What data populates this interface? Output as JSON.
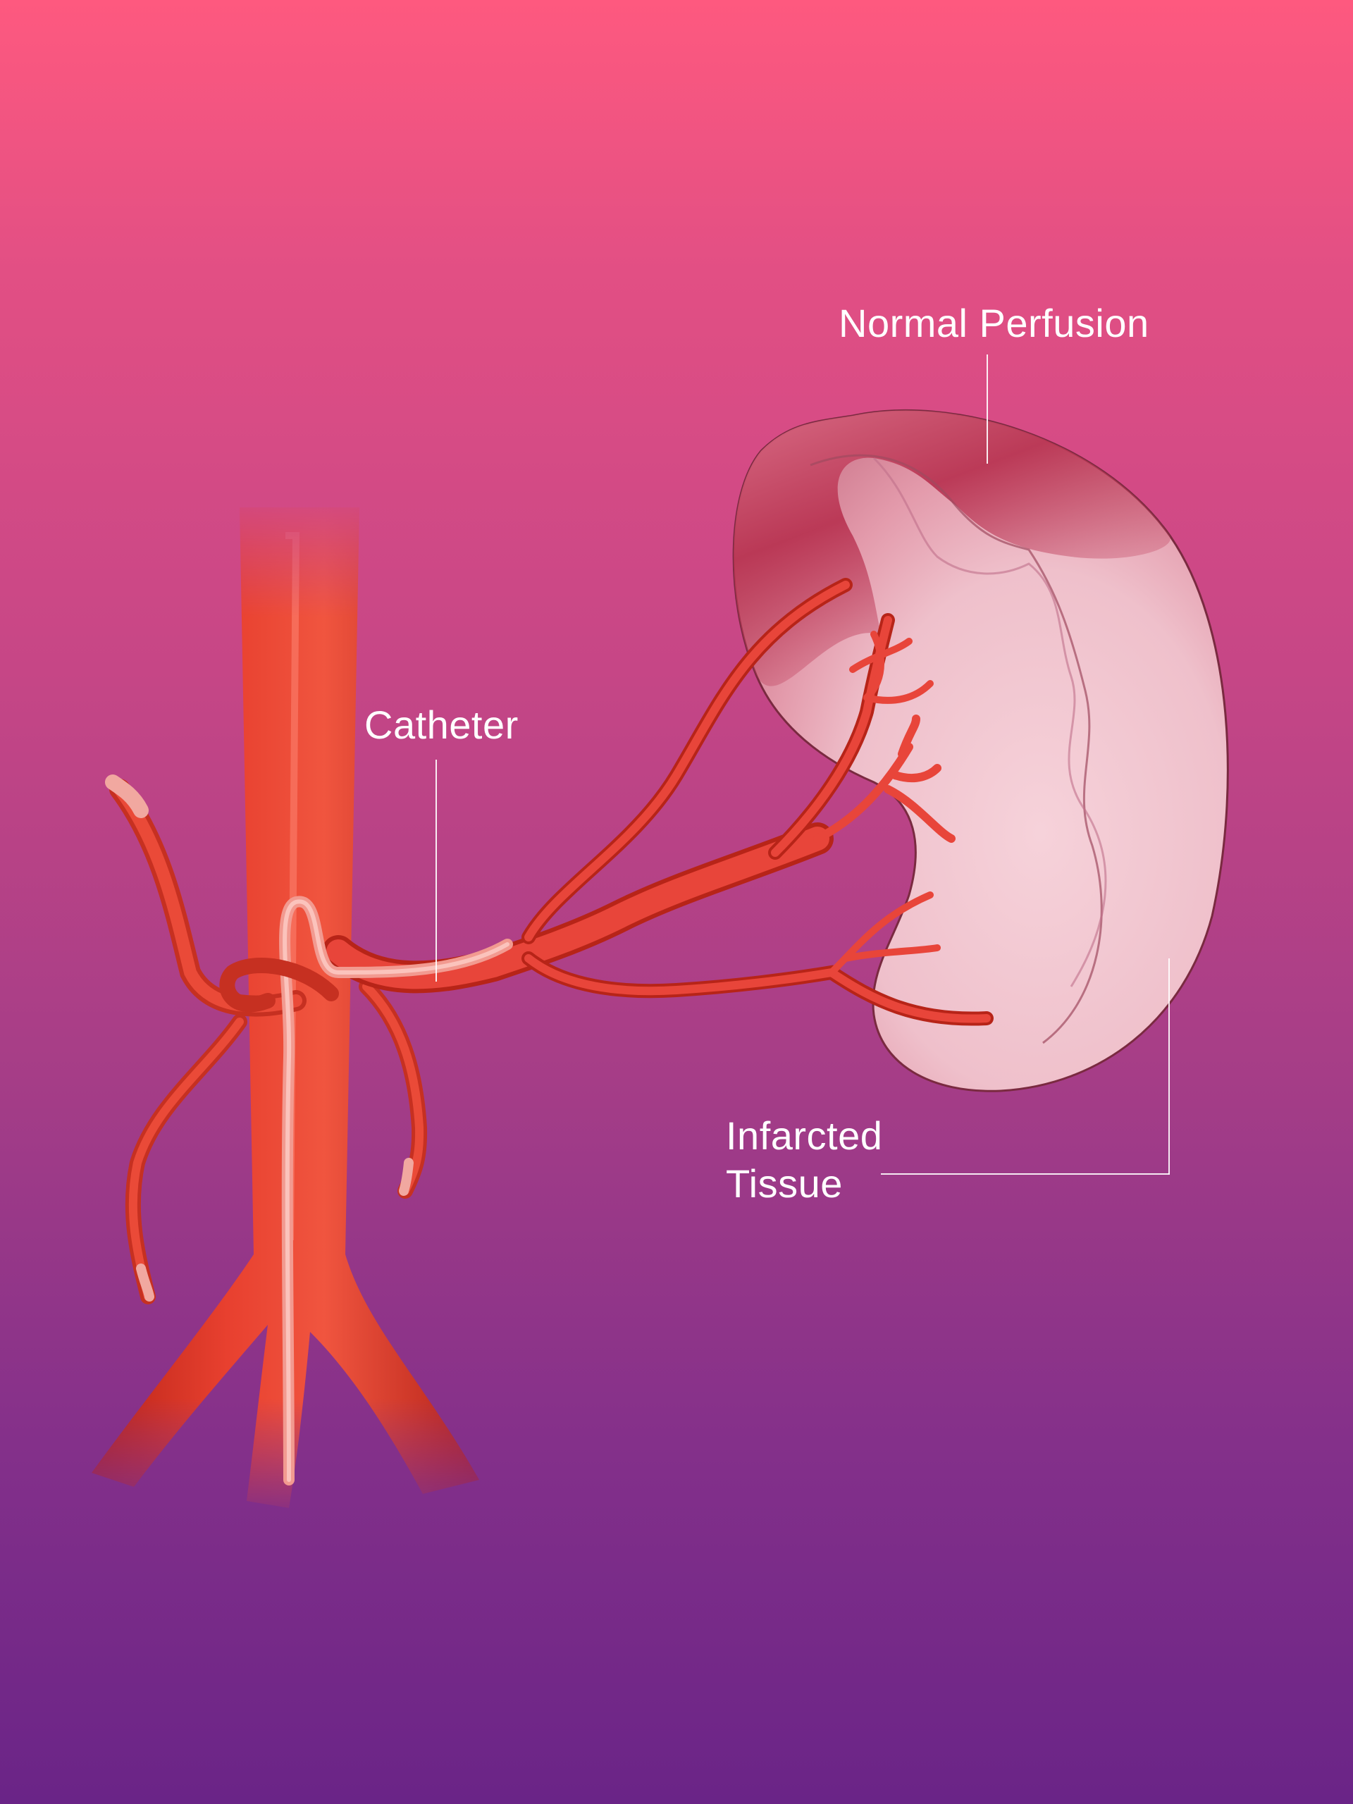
{
  "labels": {
    "normal_perfusion": "Normal Perfusion",
    "catheter": "Catheter",
    "infarcted_tissue_line1": "Infarcted",
    "infarcted_tissue_line2": "Tissue"
  },
  "colors": {
    "background_top": "#fe597f",
    "background_bottom": "#6a2487",
    "artery": "#e23a2c",
    "artery_dark": "#b72418",
    "catheter": "#f08a82",
    "kidney_healthy": "#c33e58",
    "kidney_infarcted": "#f3c6d0",
    "label_text": "#ffffff"
  }
}
